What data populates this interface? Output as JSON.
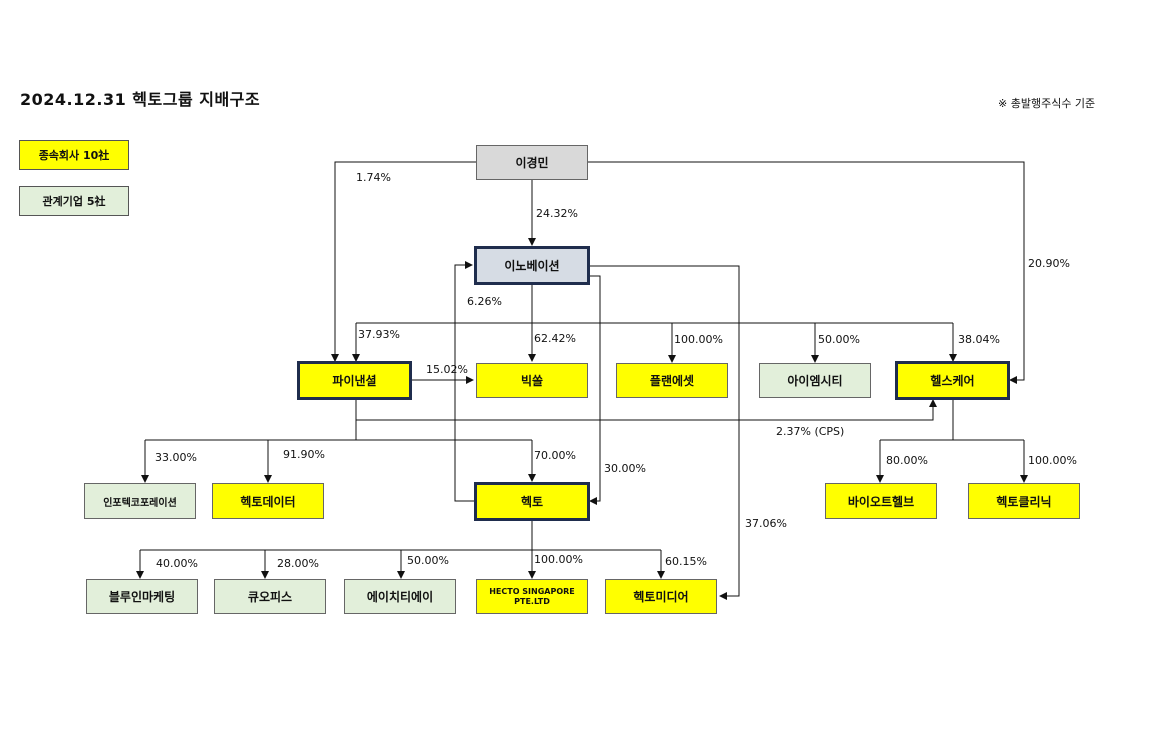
{
  "title": "2024.12.31 헥토그룹 지배구조",
  "note": "※ 총발행주식수 기준",
  "legend": {
    "subsidiary": "종속회사 10社",
    "affiliate": "관계기업 5社"
  },
  "nodes": {
    "leekyungmin": "이경민",
    "innovation": "이노베이션",
    "financial": "파이낸셜",
    "bigsol": "빅쏠",
    "planet": "플랜에셋",
    "iamcity": "아이엠시티",
    "healthcare": "헬스케어",
    "infotech": "인포텍코포레이션",
    "hectodata": "헥토데이터",
    "hecto": "헥토",
    "bioorthole": "바이오트헬브",
    "hectoclinic": "헥토클리닉",
    "blueinmarketing": "블루인마케팅",
    "qoffice": "큐오피스",
    "hta": "에이치티에이",
    "singapore": "HECTO SINGAPORE PTE.LTD",
    "hectomedia": "헥토미디어"
  },
  "percents": {
    "p_lkm_fin": "1.74%",
    "p_lkm_inno": "24.32%",
    "p_lkm_health": "20.90%",
    "p_hecto_inno": "6.26%",
    "p_inno_fin": "37.93%",
    "p_inno_bigsol": "62.42%",
    "p_inno_planet": "100.00%",
    "p_inno_iam": "50.00%",
    "p_inno_health": "38.04%",
    "p_fin_bigsol": "15.02%",
    "p_fin_health_cps": "2.37% (CPS)",
    "p_fin_infotech": "33.00%",
    "p_fin_data": "91.90%",
    "p_fin_hecto": "70.00%",
    "p_inno_hecto": "30.00%",
    "p_inno_media": "37.06%",
    "p_health_bio": "80.00%",
    "p_health_clinic": "100.00%",
    "p_hecto_blue": "40.00%",
    "p_hecto_qoffice": "28.00%",
    "p_hecto_hta": "50.00%",
    "p_hecto_sg": "100.00%",
    "p_hecto_media": "60.15%"
  }
}
